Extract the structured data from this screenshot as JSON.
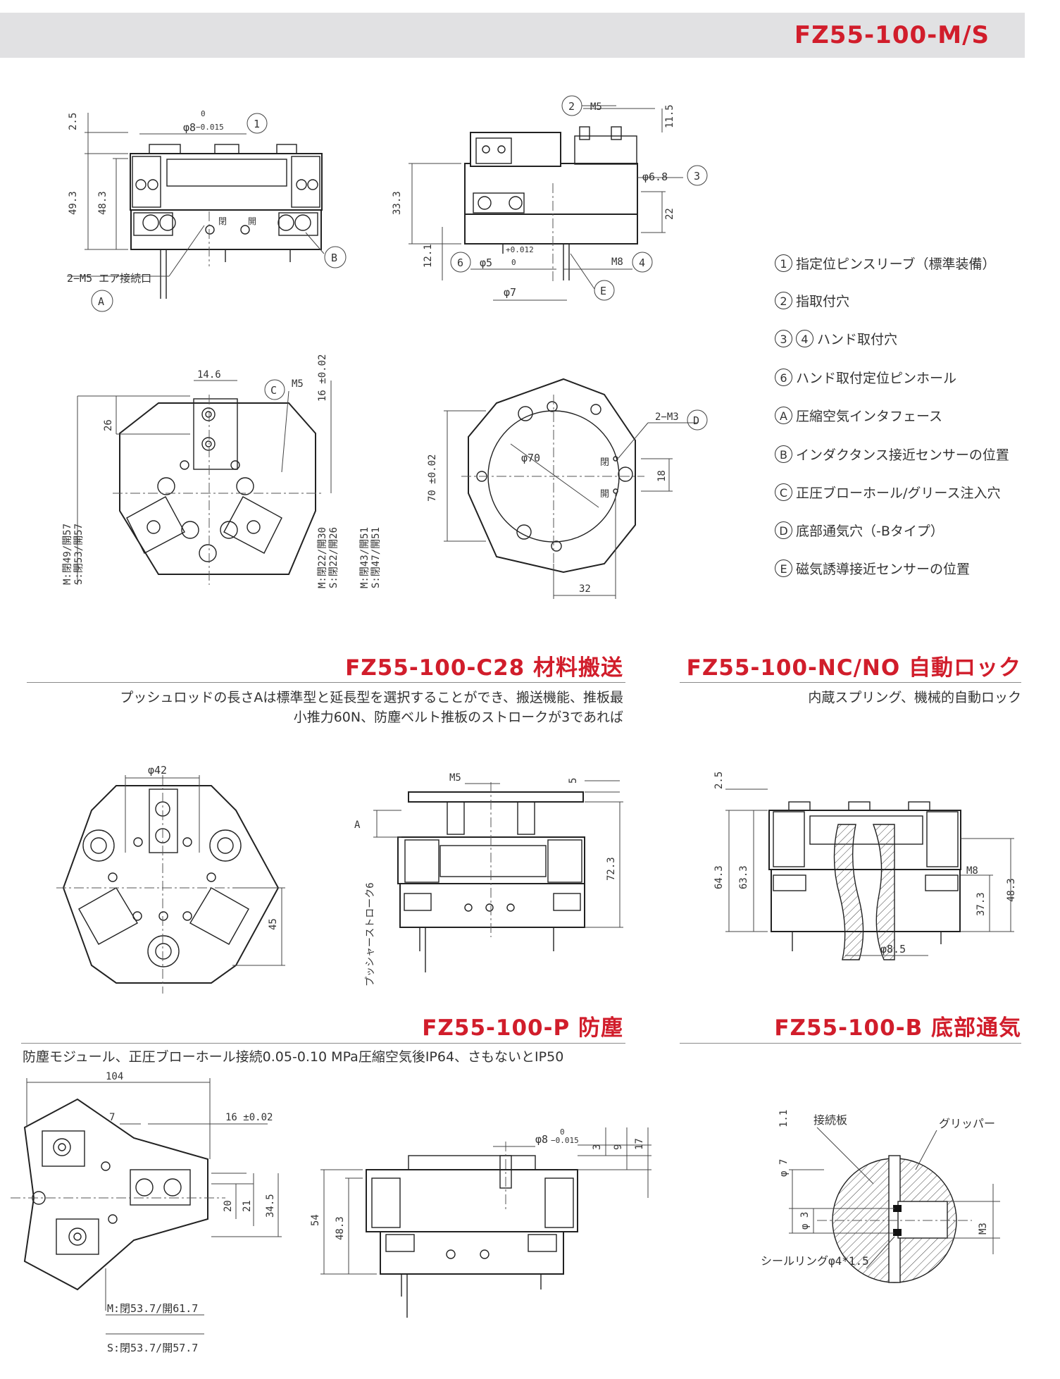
{
  "header": {
    "title": "FZ55-100-M/S"
  },
  "legend": [
    {
      "mark": "1",
      "text": "指定位ピンスリーブ（標準装備）"
    },
    {
      "mark": "2",
      "text": "指取付穴"
    },
    {
      "mark": "3",
      "mark2": "4",
      "text": "ハンド取付穴"
    },
    {
      "mark": "6",
      "text": "ハンド取付定位ピンホール"
    },
    {
      "mark": "A",
      "text": "圧縮空気インタフェース"
    },
    {
      "mark": "B",
      "text": "インダクタンス接近センサーの位置"
    },
    {
      "mark": "C",
      "text": "正圧ブローホール/グリース注入穴"
    },
    {
      "mark": "D",
      "text": "底部通気穴（-Bタイプ）"
    },
    {
      "mark": "E",
      "text": "磁気誘導接近センサーの位置"
    }
  ],
  "sections": {
    "c28": {
      "title": "FZ55-100-C28 材料搬送",
      "desc_line1": "プッシュロッドの長さAは標準型と延長型を選択することができ、搬送機能、推板最",
      "desc_line2": "小推力60N、防塵ベルト推板のストロークが3であれば"
    },
    "ncno": {
      "title": "FZ55-100-NC/NO 自動ロック",
      "desc": "内蔵スプリング、機械的自動ロック"
    },
    "p": {
      "title": "FZ55-100-P 防塵",
      "desc": "防塵モジュール、正圧ブローホール接続0.05-0.10 MPa圧縮空気後IP64、さもないとIP50"
    },
    "b": {
      "title": "FZ55-100-B 底部通気"
    }
  },
  "dims": {
    "d1_25": "2.5",
    "d1_phi8": "φ8",
    "d1_tol0": "0",
    "d1_tolm": "−0.015",
    "d1_493": "49.3",
    "d1_483": "48.3",
    "d1_m5": "2−M5 エア接続口",
    "d1_close": "閉",
    "d1_open": "開",
    "d2_m5": "M5",
    "d2_115": "11.5",
    "d2_phi68": "φ6.8",
    "d2_333": "33.3",
    "d2_22": "22",
    "d2_121": "12.1",
    "d2_phi5": "φ5",
    "d2_tp": "+0.012",
    "d2_t0": "0",
    "d2_m8": "M8",
    "d2_phi7": "φ7",
    "d3_146": "14.6",
    "d3_m5": "M5",
    "d3_16": "16 ±0.02",
    "d3_26": "26",
    "d3_v1": "M:閉49/開57",
    "d3_v2": "S:閉53/開57",
    "d3_v3": "M:閉22/開30",
    "d3_v4": "S:閉22/開26",
    "d3_v5": "M:閉43/開51",
    "d3_v6": "S:閉47/開51",
    "d4_m3": "2−M3",
    "d4_phi70": "φ70",
    "d4_70": "70 ±0.02",
    "d4_18": "18",
    "d4_32": "32",
    "d4_close": "閉",
    "d4_open": "開",
    "c_phi42": "φ42",
    "c_45": "45",
    "c_m5": "M5",
    "c_5": "5",
    "c_A": "A",
    "c_723": "72.3",
    "c_stroke": "プッシャーストローク6",
    "n_25": "2.5",
    "n_643": "64.3",
    "n_633": "63.3",
    "n_m8": "M8",
    "n_373": "37.3",
    "n_483": "48.3",
    "n_phi85": "φ8.5",
    "p_104": "104",
    "p_7": "7",
    "p_16": "16 ±0.02",
    "p_20": "20",
    "p_21": "21",
    "p_345": "34.5",
    "p_v1": "M:閉53.7/開61.7",
    "p_v2": "S:閉53.7/開57.7",
    "p2_phi8": "φ8",
    "p2_t0": "0",
    "p2_tm": "−0.015",
    "p2_3": "3",
    "p2_9": "9",
    "p2_17": "17",
    "p2_54": "54",
    "p2_483": "48.3",
    "b_phi7": "φ 7",
    "b_11": "1.1",
    "b_plate": "接続板",
    "b_gripper": "グリッパー",
    "b_phi3": "φ 3",
    "b_m3": "M3",
    "b_seal": "シールリングφ4*1.5"
  }
}
